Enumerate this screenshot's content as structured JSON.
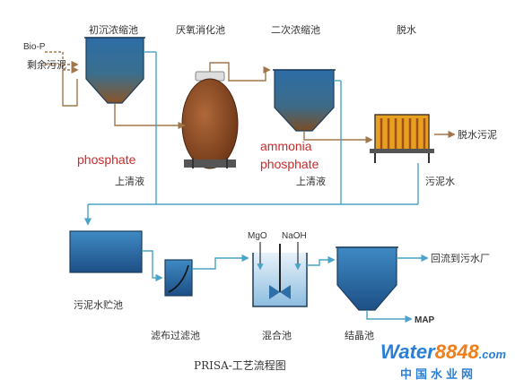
{
  "labels": {
    "primary_thickener": "初沉浓缩池",
    "anaerobic_digester": "厌氧消化池",
    "secondary_thickener": "二次浓缩池",
    "dewatering": "脱水",
    "bio_p": "Bio-P",
    "excess_sludge": "剩余污泥",
    "dewatered_sludge": "脱水污泥",
    "phosphate": "phosphate",
    "ammonia": "ammonia",
    "phosphate2": "phosphate",
    "supernatant1": "上清液",
    "supernatant2": "上清液",
    "sludge_water": "污泥水",
    "storage_tank": "污泥水贮池",
    "cloth_filter": "滤布过滤池",
    "mixing_tank": "混合池",
    "settling_tank": "结晶池",
    "mgo": "MgO",
    "naoh": "NaOH",
    "return_plant": "回流到污水厂",
    "map": "MAP",
    "caption": "PRISA-工艺流程图"
  },
  "watermark": {
    "water": "Water",
    "num": "8848",
    "dotcom": ".com",
    "cn": "中国水业网"
  },
  "colors": {
    "blue_dark": "#1d4f86",
    "blue_mid": "#2f7ab8",
    "sludge_brown": "#7a4620",
    "digester": "#8a4a22",
    "water_blue": "#2a7fd4",
    "water_orange": "#f07d1a",
    "phosphate_red": "#cc2a2a",
    "pipe": "#4aa3c8"
  }
}
